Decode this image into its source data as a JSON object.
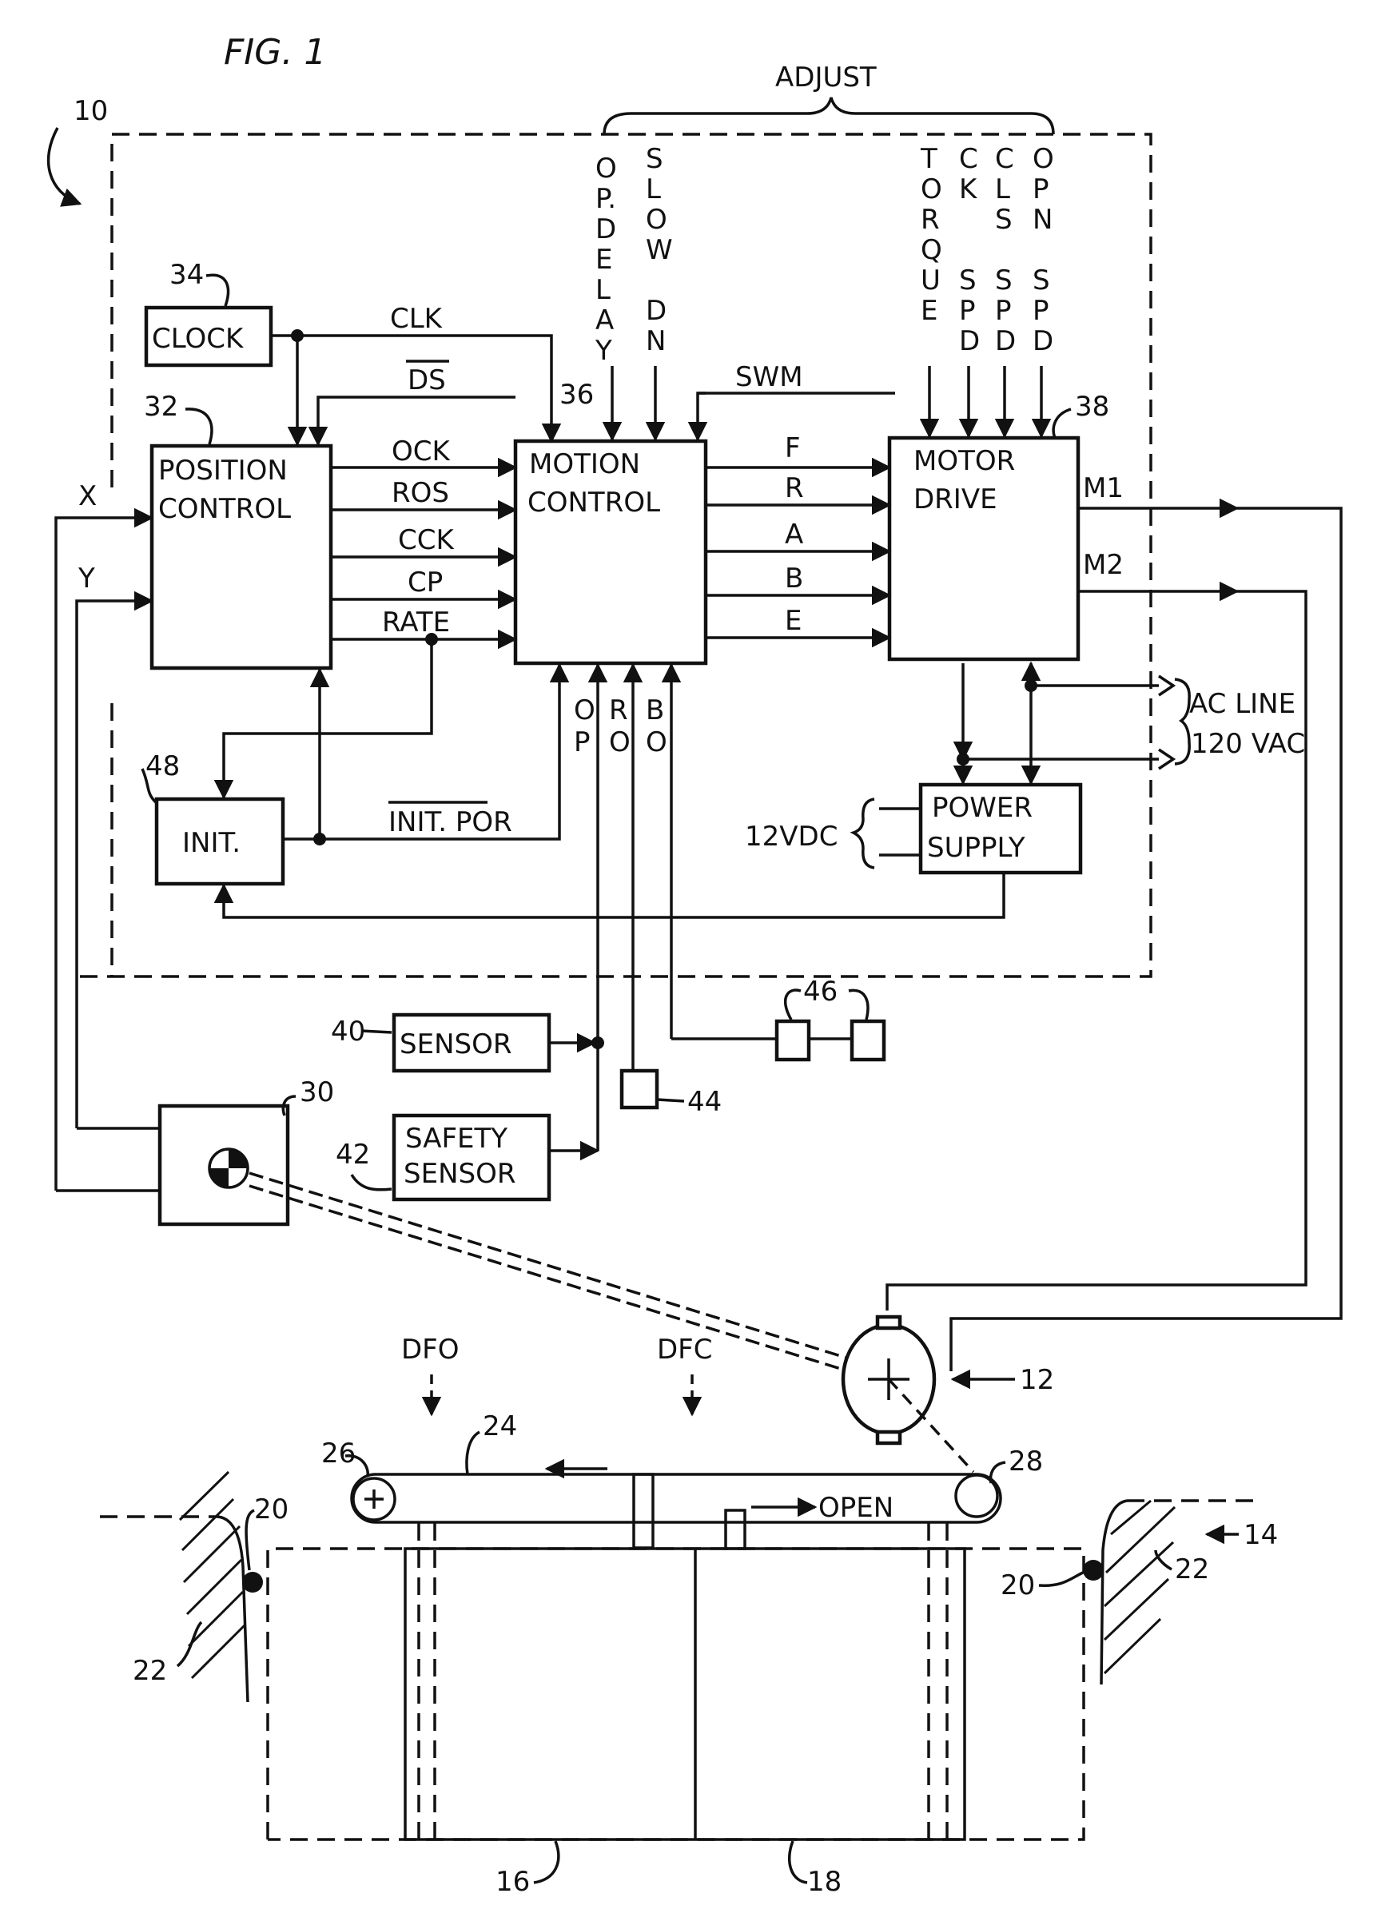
{
  "figure": {
    "title": "FIG. 1",
    "adjust": "ADJUST",
    "blocks": {
      "clock": "CLOCK",
      "position_control": [
        "POSITION",
        "CONTROL"
      ],
      "motion_control": [
        "MOTION",
        "CONTROL"
      ],
      "motor_drive": [
        "MOTOR",
        "DRIVE"
      ],
      "init": "INIT.",
      "power_supply": [
        "POWER",
        "SUPPLY"
      ],
      "sensor": "SENSOR",
      "safety_sensor": [
        "SAFETY",
        "SENSOR"
      ]
    },
    "adjust_inputs": [
      [
        "O",
        "P.",
        "D",
        "E",
        "L",
        "A",
        "Y"
      ],
      [
        "S",
        "L",
        "O",
        "W",
        "",
        "D",
        "N"
      ],
      [
        "T",
        "O",
        "R",
        "Q",
        "U",
        "E"
      ],
      [
        "C",
        "K",
        "",
        "S",
        "P",
        "D"
      ],
      [
        "C",
        "L",
        "S",
        "",
        "S",
        "P",
        "D"
      ],
      [
        "O",
        "P",
        "N",
        "",
        "S",
        "P",
        "D"
      ]
    ],
    "signals_pc_to_mc": [
      "OCK",
      "ROS",
      "CCK",
      "CP",
      "RATE"
    ],
    "signals_mc_to_md": [
      "F",
      "R",
      "A",
      "B",
      "E"
    ],
    "clk": "CLK",
    "ds": "DS",
    "swm": "SWM",
    "motion_inputs": [
      [
        "O",
        "P"
      ],
      [
        "R",
        "O"
      ],
      [
        "B",
        "O"
      ]
    ],
    "init_por": "INIT. POR",
    "x": "X",
    "y": "Y",
    "m1": "M1",
    "m2": "M2",
    "ac_line": [
      "AC LINE",
      "120 VAC"
    ],
    "vdc": "12VDC",
    "open": "OPEN",
    "dfo": "DFO",
    "dfc": "DFC",
    "refs": {
      "r10": "10",
      "r12": "12",
      "r14": "14",
      "r16": "16",
      "r18": "18",
      "r20a": "20",
      "r20b": "20",
      "r22a": "22",
      "r22b": "22",
      "r24": "24",
      "r26": "26",
      "r28": "28",
      "r30": "30",
      "r32": "32",
      "r34": "34",
      "r36": "36",
      "r38": "38",
      "r40": "40",
      "r42": "42",
      "r44": "44",
      "r46": "46",
      "r48": "48"
    }
  }
}
